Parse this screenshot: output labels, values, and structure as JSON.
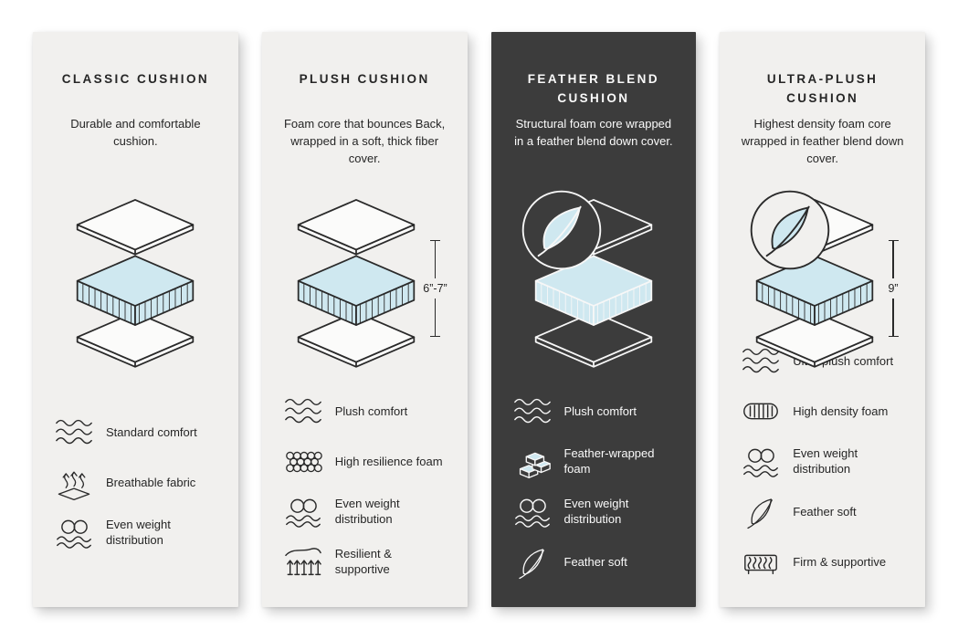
{
  "page": {
    "background": "#ffffff"
  },
  "colors": {
    "card_light_bg": "#f1f0ee",
    "card_dark_bg": "#3c3c3c",
    "foam_blue": "#cfe8f0",
    "text_dark": "#262626",
    "text_light": "#fafafa"
  },
  "cards": [
    {
      "id": "classic",
      "theme": "light",
      "title": "CLASSIC CUSHION",
      "description": "Durable and comfortable cushion.",
      "measurement": "",
      "feather_badge": false,
      "features": [
        {
          "icon": "waves",
          "label": "Standard comfort"
        },
        {
          "icon": "breathable",
          "label": "Breathable fabric"
        },
        {
          "icon": "even-weight",
          "label": "Even weight distribution"
        }
      ]
    },
    {
      "id": "plush",
      "theme": "light",
      "title": "PLUSH CUSHION",
      "description": "Foam core that bounces Back, wrapped in a soft, thick fiber cover.",
      "measurement": "6”-7”",
      "feather_badge": false,
      "features": [
        {
          "icon": "waves",
          "label": "Plush comfort"
        },
        {
          "icon": "resilience-foam",
          "label": "High resilience foam"
        },
        {
          "icon": "even-weight",
          "label": "Even weight distribution"
        },
        {
          "icon": "springs",
          "label": "Resilient & supportive"
        }
      ]
    },
    {
      "id": "feather-blend",
      "theme": "dark",
      "title": "FEATHER BLEND CUSHION",
      "description": "Structural foam core wrapped in a feather blend down cover.",
      "measurement": "",
      "feather_badge": true,
      "features": [
        {
          "icon": "waves",
          "label": "Plush comfort"
        },
        {
          "icon": "feather-foam",
          "label": "Feather-wrapped foam"
        },
        {
          "icon": "even-weight",
          "label": "Even weight distribution"
        },
        {
          "icon": "feather",
          "label": "Feather soft"
        }
      ]
    },
    {
      "id": "ultra-plush",
      "theme": "light",
      "title": "ULTRA-PLUSH CUSHION",
      "description": "Highest density foam core wrapped in feather blend down cover.",
      "measurement": "9”",
      "feather_badge": true,
      "features": [
        {
          "icon": "waves",
          "label": "Ultra-plush comfort"
        },
        {
          "icon": "density-foam",
          "label": "High density foam"
        },
        {
          "icon": "even-weight",
          "label": "Even weight distribution"
        },
        {
          "icon": "feather",
          "label": "Feather soft"
        },
        {
          "icon": "firm",
          "label": "Firm & supportive"
        }
      ]
    }
  ]
}
